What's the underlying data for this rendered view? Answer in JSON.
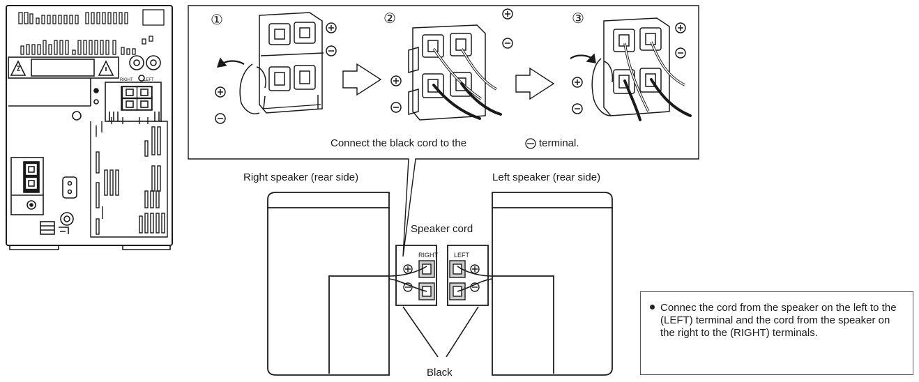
{
  "steps": [
    "①",
    "②",
    "③"
  ],
  "step_caption": "Connect the black cord to the",
  "step_caption_tail": "terminal.",
  "right_speaker_label": "Right speaker (rear side)",
  "left_speaker_label": "Left speaker (rear side)",
  "speaker_cord_label": "Speaker cord",
  "terminal_right_label": "RIGHT",
  "terminal_left_label": "LEFT",
  "black_label": "Black",
  "note_text": "Connec the cord from the speaker on the left to the (LEFT) terminal and the cord from the speaker on the right to the (RIGHT) terminals.",
  "unit_terminal_right": "RIGHT",
  "unit_terminal_left": "LEFT",
  "plus_symbol": "⊕",
  "minus_symbol": "⊖",
  "colors": {
    "line": "#1a1a1a",
    "terminal_fill": "#cfcfcf"
  }
}
